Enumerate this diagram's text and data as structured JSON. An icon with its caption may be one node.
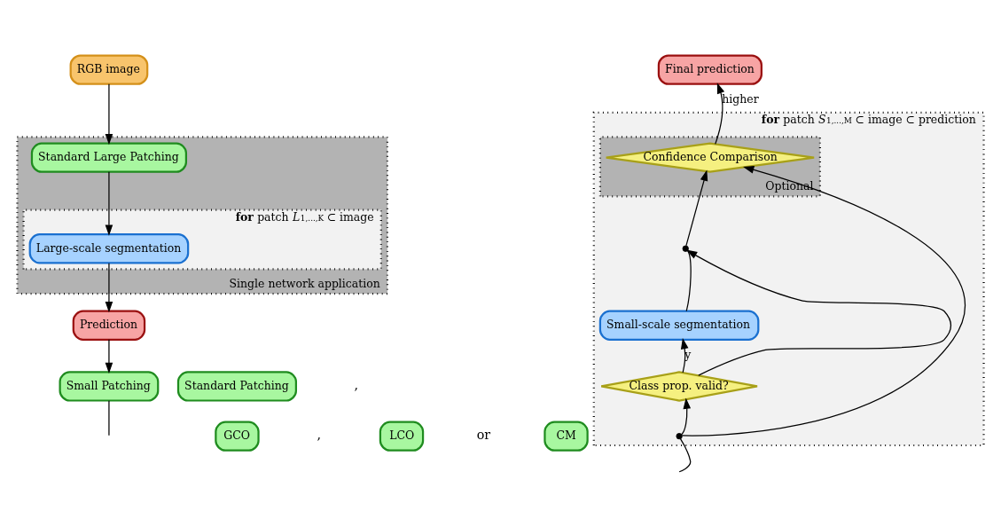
{
  "diagram": {
    "nodes": [
      {
        "text": [
          "RGB image"
        ]
      },
      {
        "text": [
          "Single network application"
        ]
      },
      {
        "text": [
          "Standard Large Patching"
        ],
        "in": 1
      },
      {
        "text": [
          "**for** patch *L*$_{1,...,K}$ ⊂ image"
        ],
        "in": 1
      },
      {
        "text": [
          "Large-scale segmentation"
        ],
        "in": 3
      },
      {
        "text": [
          "Prediction"
        ]
      },
      {
        "text": [
          "Small Patching"
        ]
      },
      {
        "text": [
          "Standard Patching"
        ]
      },
      {
        "text": [
          "GCO"
        ]
      },
      {
        "text": [
          "LCO"
        ]
      },
      {
        "text": [
          "CM"
        ]
      },
      {
        "text": [
          "Final prediction"
        ]
      },
      {
        "text": [
          "**for** patch *S*$_{1,...,M}$ ⊂ image ⊂ prediction"
        ]
      },
      {
        "text": [
          "Optional"
        ],
        "in": 12
      },
      {
        "text": [
          "Confidence Comparison"
        ],
        "in": 13
      },
      {
        "text": [
          "Small-scale segmentation"
        ],
        "in": 12
      },
      {
        "text": [
          "Class prop. valid?"
        ],
        "in": 12
      },
      {
        "text": [],
        "shape": "circle",
        "in": 12
      },
      {
        "text": [],
        "shape": "circle",
        "in": 12
      }
    ],
    "edges": [
      {
        "from": 0,
        "to": 2,
        "arrow": "to"
      },
      {
        "from": 2,
        "to": 4,
        "arrow": "to"
      },
      {
        "from": 4,
        "to": 5,
        "arrow": "to"
      },
      {
        "from": 5,
        "to": 6,
        "arrow": "to"
      },
      {
        "from": 6,
        "to": null,
        "arrow": "none"
      },
      {
        "from": null,
        "to": 18,
        "arrow": "none"
      },
      {
        "from": 18,
        "to": 16,
        "arrow": "to"
      },
      {
        "from": 18,
        "to": 14,
        "arrow": "to"
      },
      {
        "from": 16,
        "to": 15,
        "label": "y",
        "arrow": "to"
      },
      {
        "from": 16,
        "to": 17,
        "arrow": "to"
      },
      {
        "from": 15,
        "to": 17,
        "arrow": "none"
      },
      {
        "from": 17,
        "to": 14,
        "arrow": "to"
      },
      {
        "from": 14,
        "to": 11,
        "label": "higher",
        "arrow": "to"
      }
    ],
    "labels": [
      ",",
      ",",
      "or"
    ]
  }
}
